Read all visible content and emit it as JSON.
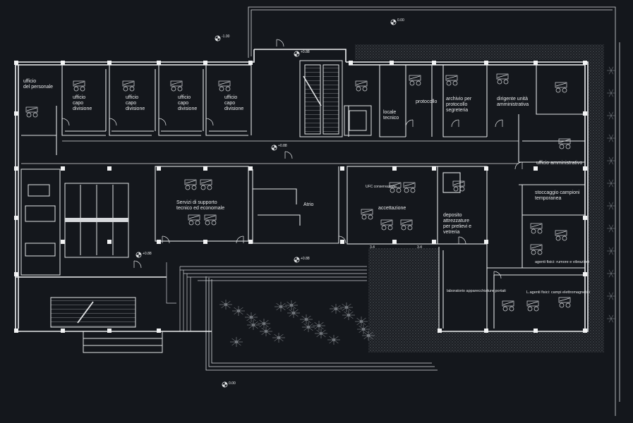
{
  "rooms": {
    "ufficio_personale": "ufficio\ndel personale",
    "capo_divisione_1": "ufficio\ncapo\ndivisione",
    "capo_divisione_2": "ufficio\ncapo\ndivisione",
    "capo_divisione_3": "ufficio\ncapo\ndivisione",
    "capo_divisione_4": "ufficio\ncapo\ndivisione",
    "locale_tecnico": "locale\ntecnico",
    "protocollo": "protocollo",
    "archivio": "archivio per\nprotocollo\nsegreteria",
    "dirigente": "dirigente unità\namministrativa",
    "ufficio_amministrativo": "ufficio amministrativo",
    "servizi_supporto": "Servizi di supporto\ntecnico ed economale",
    "atrio": "Atrio",
    "ufc": "UFC conservazione",
    "accettazione": "accettazione",
    "deposito": "deposito\nattrezzature\nper prelievi e\nvetreria",
    "stoccaggio": "stoccaggio campioni\ntemporanea",
    "agenti_fisici_rumore": "agenti fisici: rumore e\nvibrazioni",
    "laboratorio": "laboratorio\napparecchiature portati",
    "agenti_fisici_campi": "L.agenti fisici: campi\nelettromagnetici"
  },
  "levels": {
    "top_right": "0.00",
    "upper_left": "-1.00",
    "stair_top": "+0.88",
    "corridor": "+0.88",
    "lower_left": "+0.88",
    "lower_center": "+0.88",
    "bottom": "0.00"
  },
  "dims": {
    "d1": "3.4",
    "d2": "3.4"
  }
}
